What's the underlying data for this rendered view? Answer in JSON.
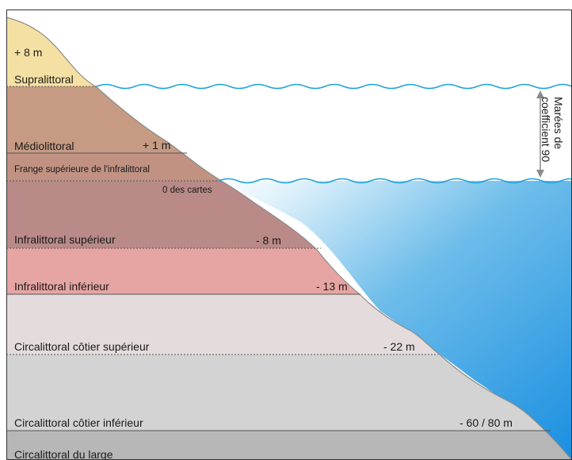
{
  "zones": [
    {
      "id": "supralittoral",
      "label": "Supralittoral",
      "color": "#f5e0a3"
    },
    {
      "id": "mediolittoral",
      "label": "Médiolittoral",
      "color": "#c69a83"
    },
    {
      "id": "frange",
      "label": "Frange supérieure de l'infralittoral",
      "color": "#c19282"
    },
    {
      "id": "infra-sup",
      "label": "Infralittoral supérieur",
      "color": "#b98a88"
    },
    {
      "id": "infra-inf",
      "label": "Infralittoral inférieur",
      "color": "#e6a5a2"
    },
    {
      "id": "circa-sup",
      "label": "Circalittoral côtier supérieur",
      "color": "#e4dcdc"
    },
    {
      "id": "circa-inf",
      "label": "Circalittoral côtier inférieur",
      "color": "#d3d3d3"
    },
    {
      "id": "circa-large",
      "label": "Circalittoral du large",
      "color": "#b7b7b7"
    }
  ],
  "depths": {
    "top": "+ 8 m",
    "medio": "+ 1 m",
    "chart_zero": "0 des cartes",
    "infra_sup": "- 8 m",
    "infra_inf": "- 13 m",
    "circa_sup": "- 22 m",
    "circa_inf": "- 60 / 80 m"
  },
  "tide": {
    "line1": "Marées de",
    "line2": "coefficient 90"
  },
  "colors": {
    "sea_light": "#dff1fb",
    "sea_deep": "#1a8fe0",
    "wave": "#1aa3d9",
    "arrow": "#8a8a8a"
  }
}
